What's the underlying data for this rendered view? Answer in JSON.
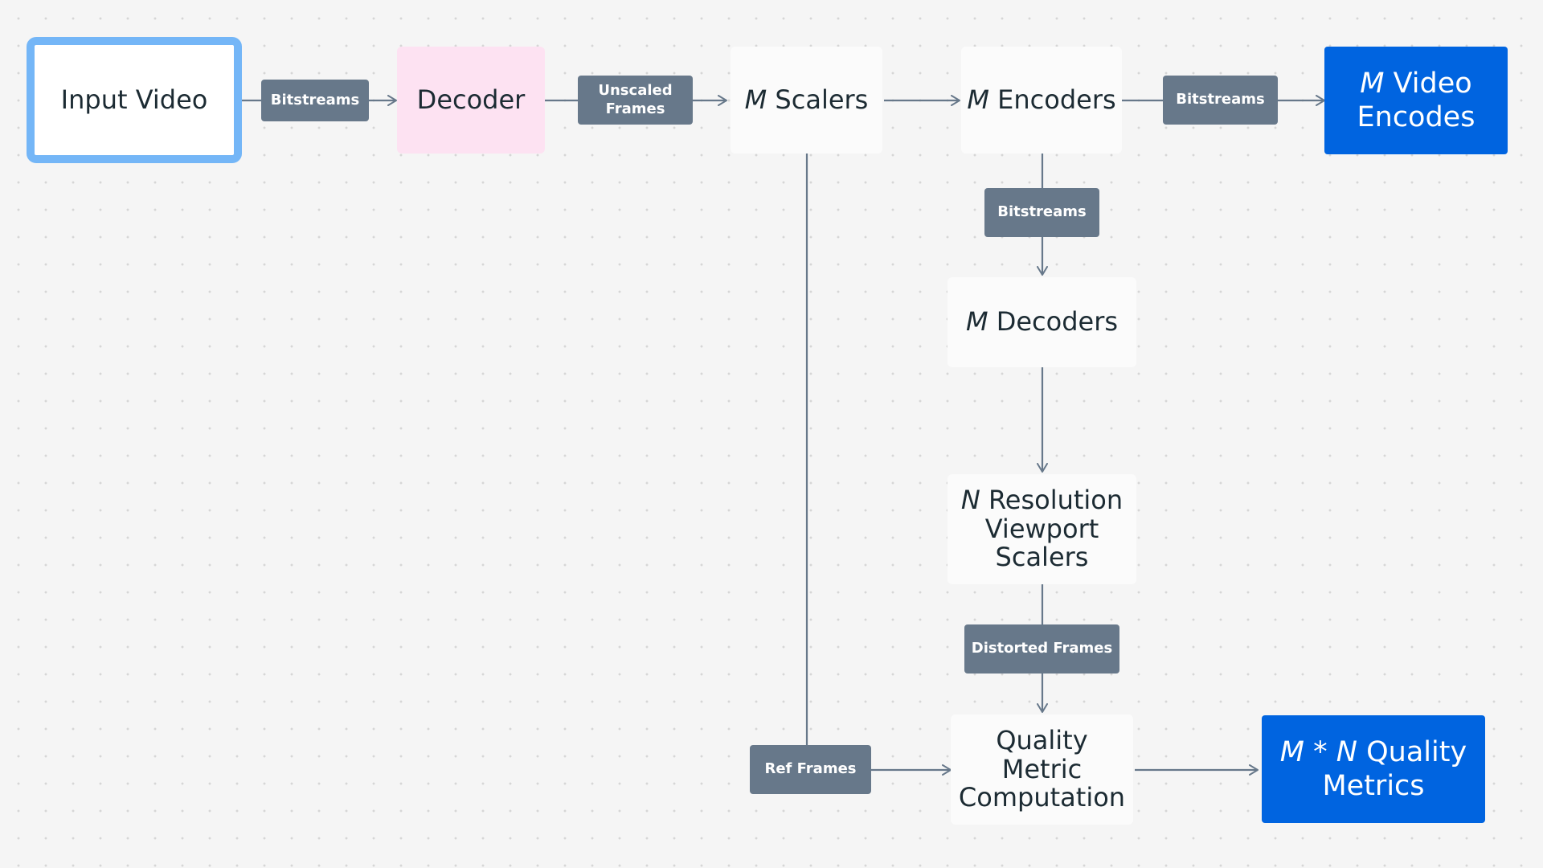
{
  "diagram": {
    "nodes": {
      "input_video": {
        "label": "Input Video"
      },
      "decoder": {
        "label": "Decoder"
      },
      "m_scalers": {
        "var": "M",
        "label": "Scalers"
      },
      "m_encoders": {
        "var": "M",
        "label": "Encoders"
      },
      "m_video_encodes": {
        "var": "M",
        "line1": "Video",
        "line2": "Encodes"
      },
      "m_decoders": {
        "var": "M",
        "label": "Decoders"
      },
      "n_resolution_scalers": {
        "var": "N",
        "line1": "Resolution",
        "line2": "Viewport",
        "line3": "Scalers"
      },
      "quality_metric": {
        "line1": "Quality",
        "line2": "Metric",
        "line3": "Computation"
      },
      "mn_quality_metrics": {
        "var1": "M",
        "op": "*",
        "var2": "N",
        "line1": "Quality",
        "line2": "Metrics"
      }
    },
    "edge_labels": {
      "bitstreams_1": "Bitstreams",
      "unscaled_frames_1": "Unscaled",
      "unscaled_frames_2": "Frames",
      "bitstreams_2": "Bitstreams",
      "bitstreams_3": "Bitstreams",
      "distorted_frames": "Distorted Frames",
      "ref_frames": "Ref Frames"
    },
    "colors": {
      "background": "#f5f5f5",
      "node_fill": "#fbfbfb",
      "input_border": "#74b6f7",
      "decoder_fill": "#fde2f2",
      "output_fill": "#0064e0",
      "edge_label_fill": "#67788a",
      "connector": "#67788a",
      "text": "#1c2b33"
    }
  }
}
